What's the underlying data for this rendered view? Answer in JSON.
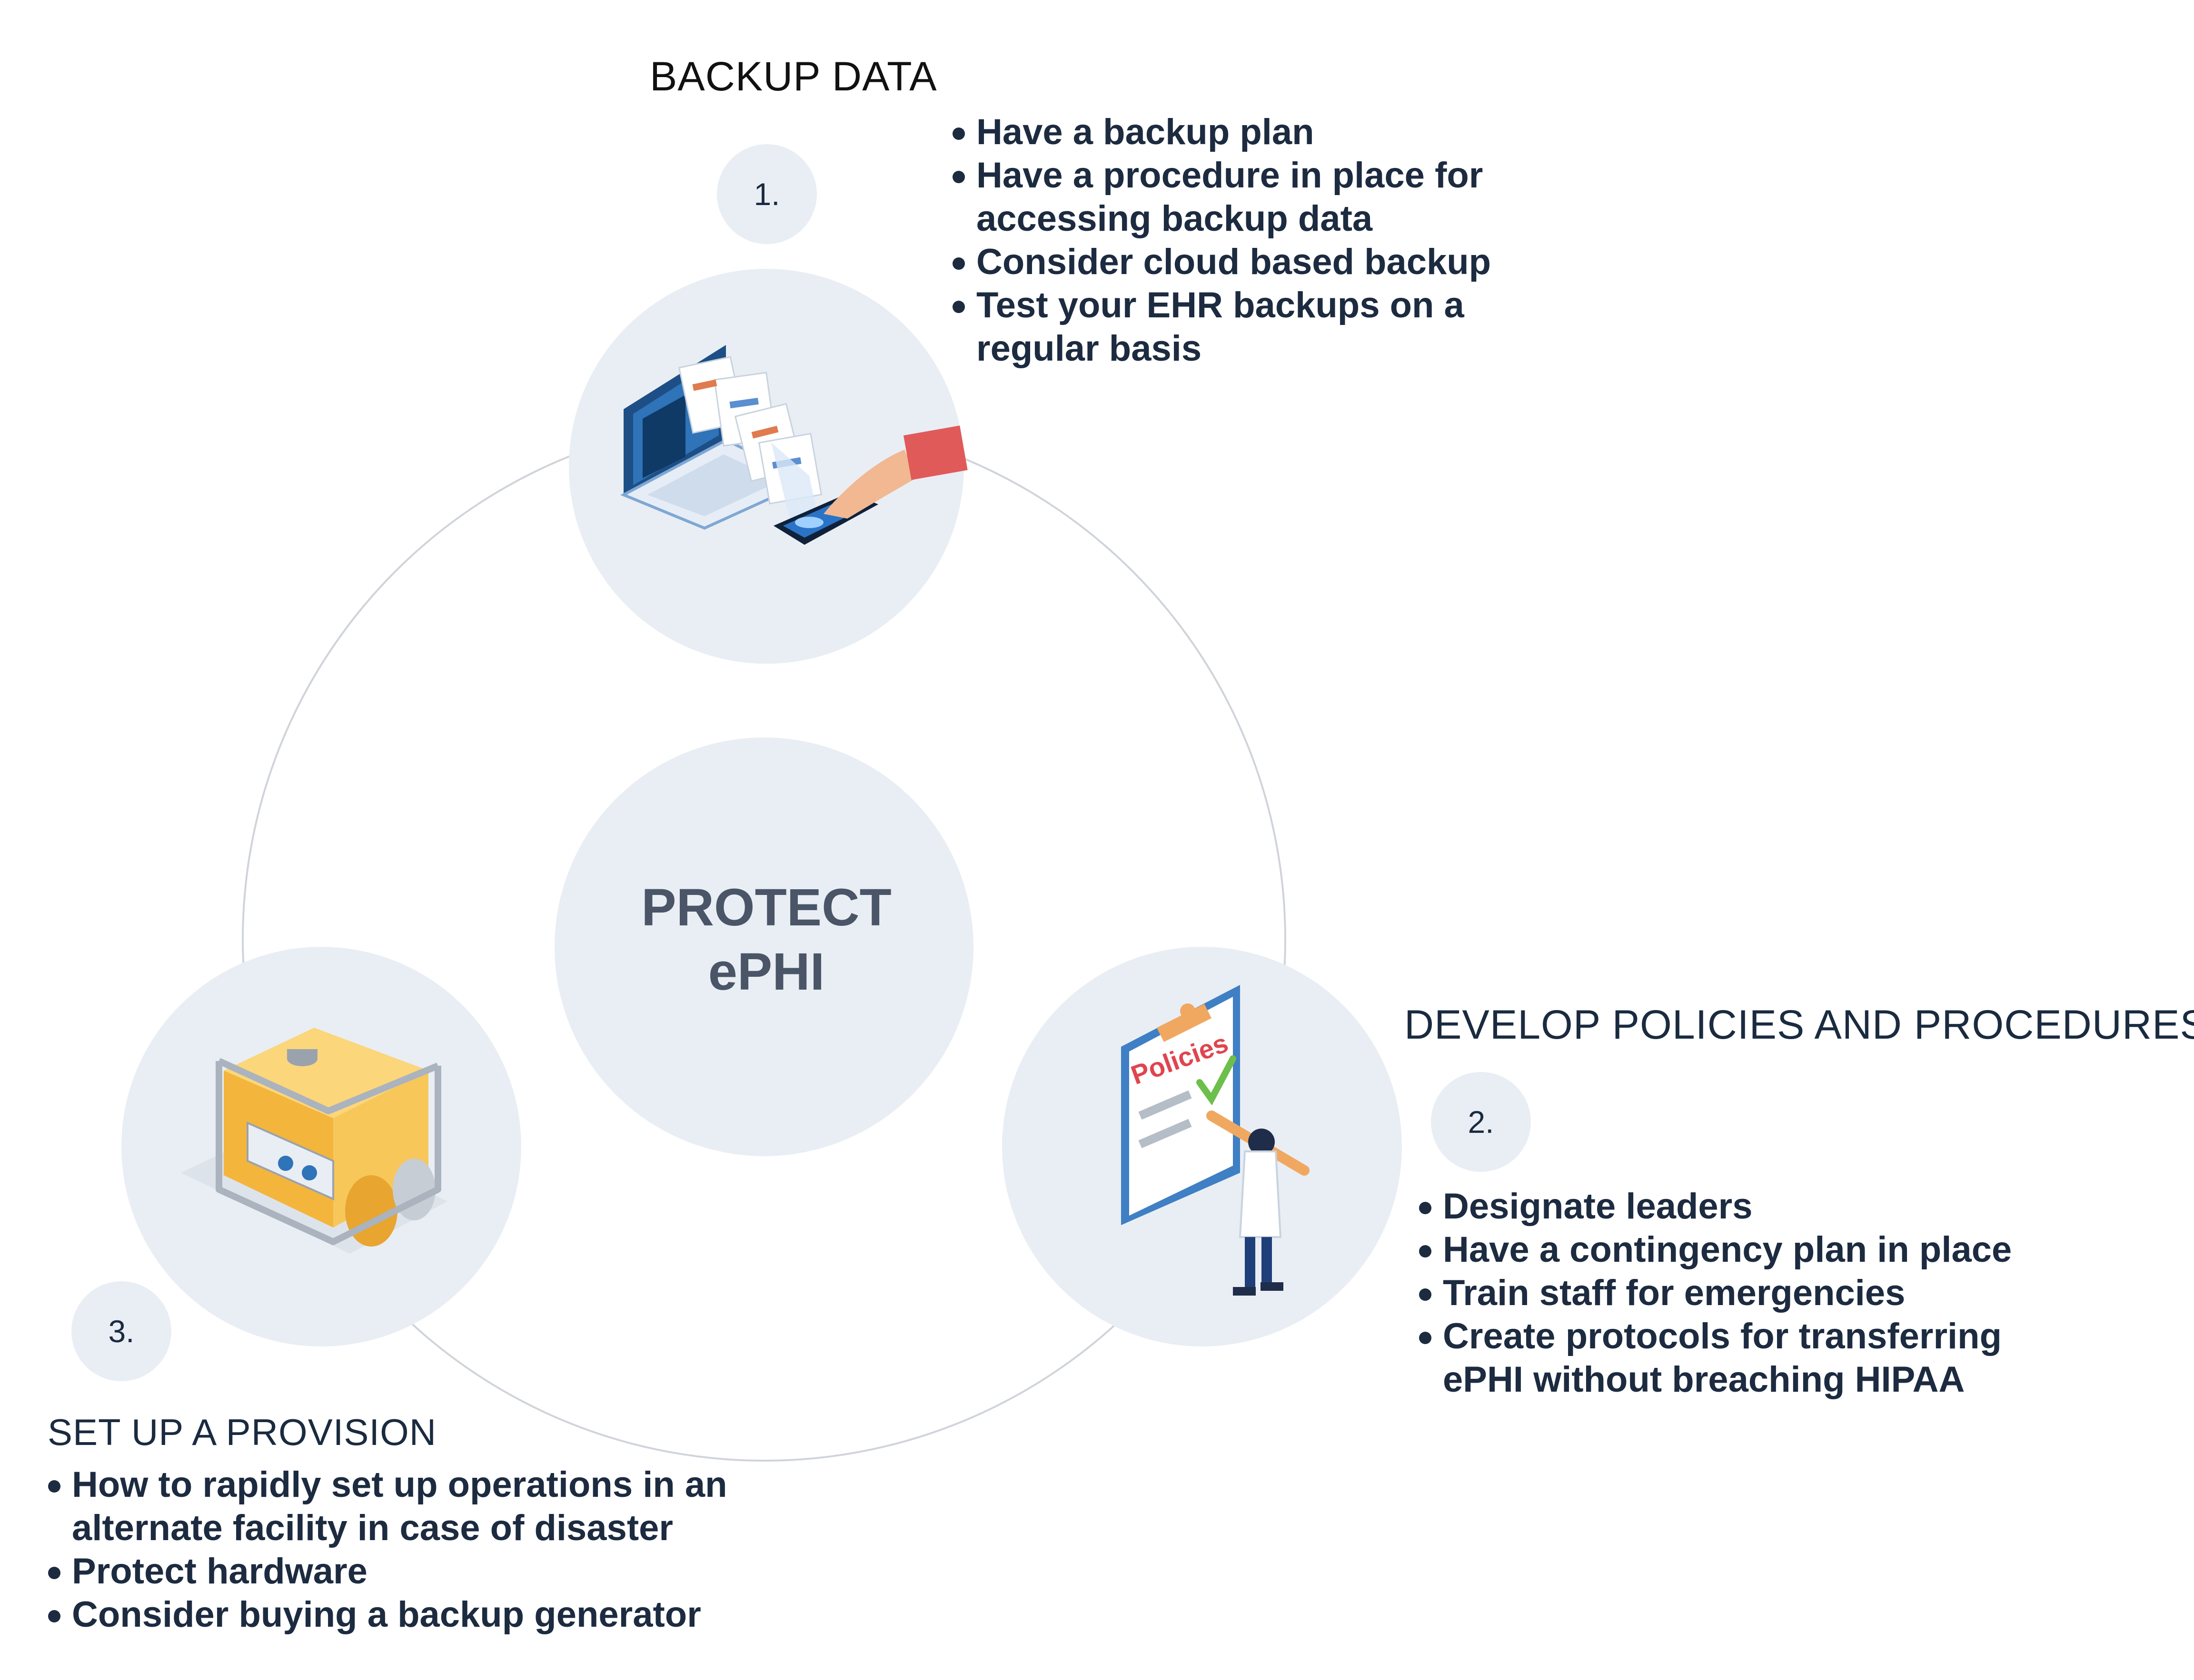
{
  "center": {
    "line1": "PROTECT",
    "line2": "ePHI"
  },
  "sections": [
    {
      "number": "1.",
      "title": "BACKUP DATA",
      "icon": "laptop-backup-icon",
      "bullets": [
        "Have a backup plan",
        "Have a procedure in place for accessing backup data",
        "Consider cloud based backup",
        "Test your EHR backups on a regular basis"
      ]
    },
    {
      "number": "2.",
      "title": "DEVELOP POLICIES AND PROCEDURES",
      "icon": "policies-clipboard-icon",
      "clipboard_text": "Policies",
      "bullets": [
        "Designate leaders",
        "Have a contingency plan in place",
        "Train staff for emergencies",
        "Create protocols for transferring ePHI without breaching HIPAA"
      ]
    },
    {
      "number": "3.",
      "title": "SET UP A PROVISION",
      "icon": "generator-icon",
      "bullets": [
        "How to rapidly set up operations in an alternate facility in case of disaster",
        "Protect hardware",
        "Consider buying a backup generator"
      ]
    }
  ],
  "colors": {
    "circle_fill": "#e9eef4",
    "ring_stroke": "#d0d4da",
    "text_dark": "#1c2b40",
    "center_text": "#4a5567",
    "generator_yellow": "#f7c75a",
    "clipboard_blue": "#3f7fc4",
    "policies_red": "#e0454f",
    "check_green": "#6cbf4a"
  }
}
